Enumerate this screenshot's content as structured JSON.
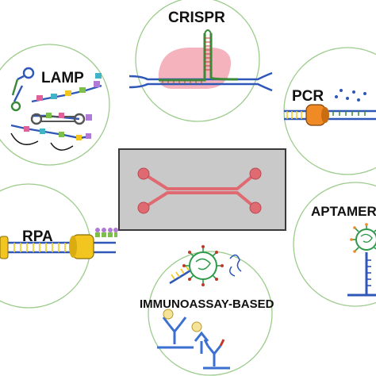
{
  "labels": {
    "crispr": "CRISPR",
    "lamp": "LAMP",
    "pcr": "PCR",
    "rpa": "RPA",
    "aptamer": "APTAMER",
    "immunoassay": "IMMUNOASSAY-BASED"
  },
  "colors": {
    "circle_outline": "#9ccc8c",
    "chip_fill": "#c9c9c9",
    "chip_border": "#3a3a3a",
    "channel": "#e06a72",
    "dna_strand_a": "#2f57b8",
    "dna_strand_b": "#3a8a3a",
    "crispr_blob": "#f4b3bd",
    "enzyme_orange": "#f08a24",
    "enzyme_yellow": "#f2c61f",
    "virus_green": "#2f9a4a",
    "antibody_blue": "#3b6fd1"
  },
  "icons": [
    "microfluidic-chip-icon",
    "crispr-cas-complex-icon",
    "lamp-loop-dna-icon",
    "pcr-polymerase-icon",
    "rpa-recombinase-icon",
    "aptamer-virus-icon",
    "antibody-virus-icon"
  ]
}
